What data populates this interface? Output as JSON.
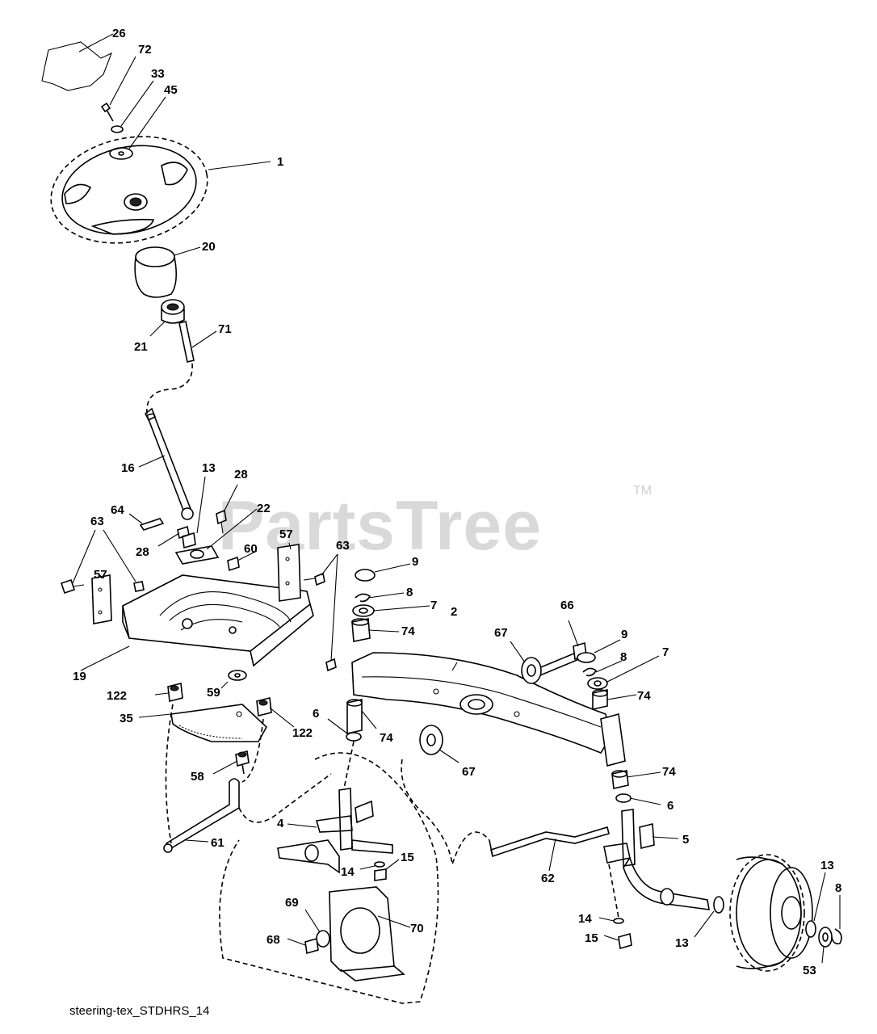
{
  "watermark": {
    "text": "PartsTree",
    "tm": "TM"
  },
  "caption": "steering-tex_STDHRS_14",
  "labels": [
    {
      "id": "l26",
      "text": "26"
    },
    {
      "id": "l72",
      "text": "72"
    },
    {
      "id": "l33",
      "text": "33"
    },
    {
      "id": "l45",
      "text": "45"
    },
    {
      "id": "l1",
      "text": "1"
    },
    {
      "id": "l20",
      "text": "20"
    },
    {
      "id": "l21",
      "text": "21"
    },
    {
      "id": "l71",
      "text": "71"
    },
    {
      "id": "l16",
      "text": "16"
    },
    {
      "id": "l13a",
      "text": "13"
    },
    {
      "id": "l28a",
      "text": "28"
    },
    {
      "id": "l64",
      "text": "64"
    },
    {
      "id": "l22",
      "text": "22"
    },
    {
      "id": "l63a",
      "text": "63"
    },
    {
      "id": "l28b",
      "text": "28"
    },
    {
      "id": "l57a",
      "text": "57"
    },
    {
      "id": "l60",
      "text": "60"
    },
    {
      "id": "l63b",
      "text": "63"
    },
    {
      "id": "l57b",
      "text": "57"
    },
    {
      "id": "l9a",
      "text": "9"
    },
    {
      "id": "l8a",
      "text": "8"
    },
    {
      "id": "l7a",
      "text": "7"
    },
    {
      "id": "l74a",
      "text": "74"
    },
    {
      "id": "l66",
      "text": "66"
    },
    {
      "id": "l2",
      "text": "2"
    },
    {
      "id": "l67a",
      "text": "67"
    },
    {
      "id": "l9b",
      "text": "9"
    },
    {
      "id": "l8b",
      "text": "8"
    },
    {
      "id": "l7b",
      "text": "7"
    },
    {
      "id": "l74b",
      "text": "74"
    },
    {
      "id": "l19",
      "text": "19"
    },
    {
      "id": "l122a",
      "text": "122"
    },
    {
      "id": "l59",
      "text": "59"
    },
    {
      "id": "l35",
      "text": "35"
    },
    {
      "id": "l122b",
      "text": "122"
    },
    {
      "id": "l6a",
      "text": "6"
    },
    {
      "id": "l74c",
      "text": "74"
    },
    {
      "id": "l67b",
      "text": "67"
    },
    {
      "id": "l74d",
      "text": "74"
    },
    {
      "id": "l58",
      "text": "58"
    },
    {
      "id": "l6b",
      "text": "6"
    },
    {
      "id": "l4",
      "text": "4"
    },
    {
      "id": "l5",
      "text": "5"
    },
    {
      "id": "l61",
      "text": "61"
    },
    {
      "id": "l15a",
      "text": "15"
    },
    {
      "id": "l14a",
      "text": "14"
    },
    {
      "id": "l62",
      "text": "62"
    },
    {
      "id": "l13b",
      "text": "13"
    },
    {
      "id": "l8c",
      "text": "8"
    },
    {
      "id": "l14b",
      "text": "14"
    },
    {
      "id": "l69",
      "text": "69"
    },
    {
      "id": "l70",
      "text": "70"
    },
    {
      "id": "l68",
      "text": "68"
    },
    {
      "id": "l15b",
      "text": "15"
    },
    {
      "id": "l13c",
      "text": "13"
    },
    {
      "id": "l53",
      "text": "53"
    }
  ]
}
